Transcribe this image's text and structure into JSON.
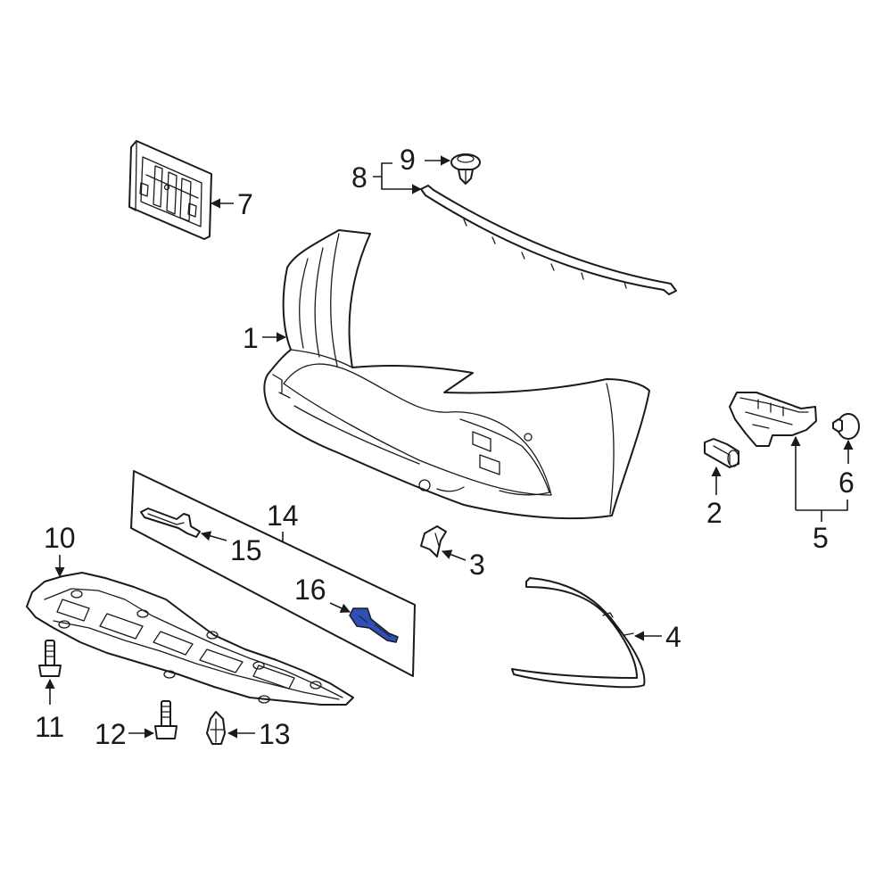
{
  "diagram": {
    "highlight_color": "#2f4fb7",
    "callouts": [
      {
        "id": "1",
        "label": "1"
      },
      {
        "id": "2",
        "label": "2"
      },
      {
        "id": "3",
        "label": "3"
      },
      {
        "id": "4",
        "label": "4"
      },
      {
        "id": "5",
        "label": "5"
      },
      {
        "id": "6",
        "label": "6"
      },
      {
        "id": "7",
        "label": "7"
      },
      {
        "id": "8",
        "label": "8"
      },
      {
        "id": "9",
        "label": "9"
      },
      {
        "id": "10",
        "label": "10"
      },
      {
        "id": "11",
        "label": "11"
      },
      {
        "id": "12",
        "label": "12"
      },
      {
        "id": "13",
        "label": "13"
      },
      {
        "id": "14",
        "label": "14"
      },
      {
        "id": "15",
        "label": "15"
      },
      {
        "id": "16",
        "label": "16"
      }
    ]
  }
}
